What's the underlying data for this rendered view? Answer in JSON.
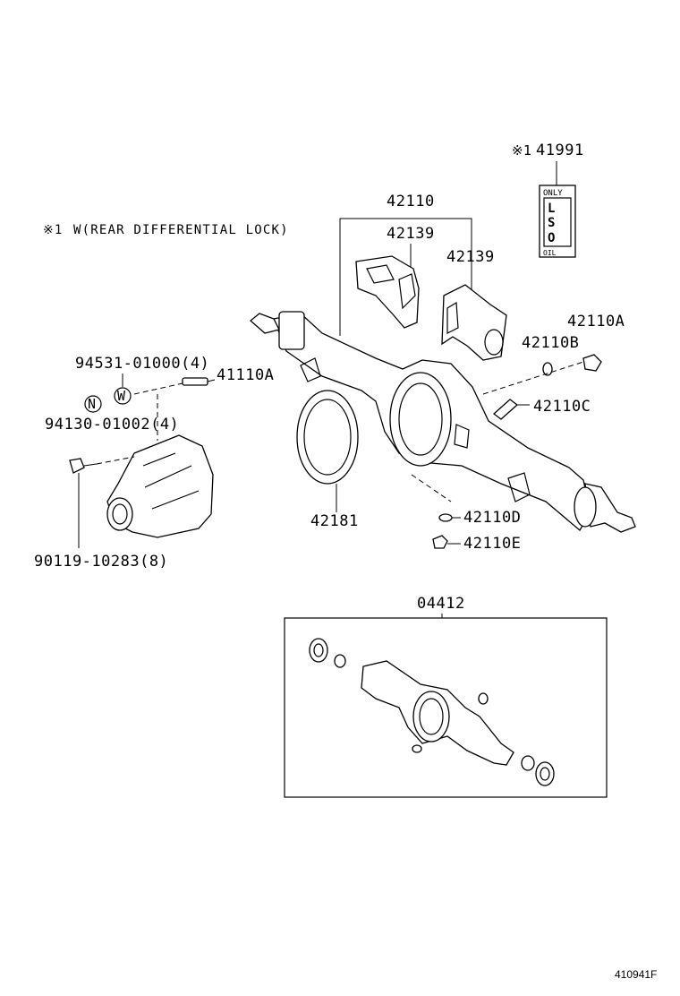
{
  "note": {
    "marker": "※1",
    "text": "W(REAR DIFFERENTIAL LOCK)"
  },
  "labels": {
    "p41991": "41991",
    "p42110": "42110",
    "p42139a": "42139",
    "p42139b": "42139",
    "p42110A": "42110A",
    "p42110B": "42110B",
    "p42110C": "42110C",
    "p42110D": "42110D",
    "p42110E": "42110E",
    "p41110A": "41110A",
    "p94531": "94531-01000(4)",
    "p94130": "94130-01002(4)",
    "p90119": "90119-10283(8)",
    "p42181": "42181",
    "p04412": "04412"
  },
  "badges": {
    "w": "W",
    "n": "N",
    "marker_41991": "※1"
  },
  "lso_plate": {
    "top": "ONLY",
    "main": "LSO",
    "bottom": "OIL"
  },
  "figure_code": "410941F"
}
